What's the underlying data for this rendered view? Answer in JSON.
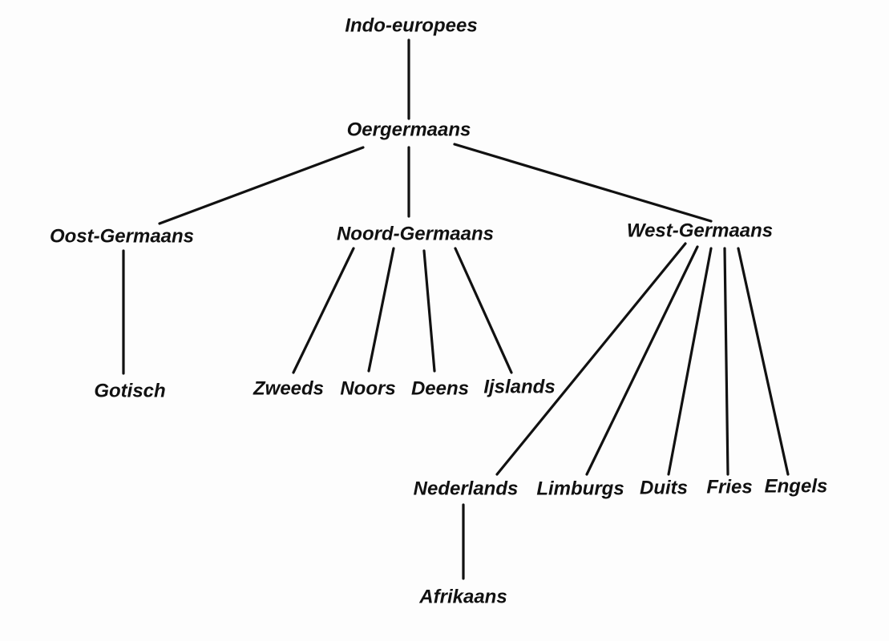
{
  "tree": {
    "nodes": [
      {
        "id": "indo_europees",
        "label": "Indo-europees"
      },
      {
        "id": "oergermaans",
        "label": "Oergermaans"
      },
      {
        "id": "oost_germaans",
        "label": "Oost-Germaans"
      },
      {
        "id": "noord_germaans",
        "label": "Noord-Germaans"
      },
      {
        "id": "west_germaans",
        "label": "West-Germaans"
      },
      {
        "id": "gotisch",
        "label": "Gotisch"
      },
      {
        "id": "zweeds",
        "label": "Zweeds"
      },
      {
        "id": "noors",
        "label": "Noors"
      },
      {
        "id": "deens",
        "label": "Deens"
      },
      {
        "id": "ijslands",
        "label": "Ijslands"
      },
      {
        "id": "nederlands",
        "label": "Nederlands"
      },
      {
        "id": "limburgs",
        "label": "Limburgs"
      },
      {
        "id": "duits",
        "label": "Duits"
      },
      {
        "id": "fries",
        "label": "Fries"
      },
      {
        "id": "engels",
        "label": "Engels"
      },
      {
        "id": "afrikaans",
        "label": "Afrikaans"
      }
    ],
    "edges": [
      {
        "from": "indo_europees",
        "to": "oergermaans"
      },
      {
        "from": "oergermaans",
        "to": "oost_germaans"
      },
      {
        "from": "oergermaans",
        "to": "noord_germaans"
      },
      {
        "from": "oergermaans",
        "to": "west_germaans"
      },
      {
        "from": "oost_germaans",
        "to": "gotisch"
      },
      {
        "from": "noord_germaans",
        "to": "zweeds"
      },
      {
        "from": "noord_germaans",
        "to": "noors"
      },
      {
        "from": "noord_germaans",
        "to": "deens"
      },
      {
        "from": "noord_germaans",
        "to": "ijslands"
      },
      {
        "from": "west_germaans",
        "to": "nederlands"
      },
      {
        "from": "west_germaans",
        "to": "limburgs"
      },
      {
        "from": "west_germaans",
        "to": "duits"
      },
      {
        "from": "west_germaans",
        "to": "fries"
      },
      {
        "from": "west_germaans",
        "to": "engels"
      },
      {
        "from": "nederlands",
        "to": "afrikaans"
      }
    ]
  }
}
